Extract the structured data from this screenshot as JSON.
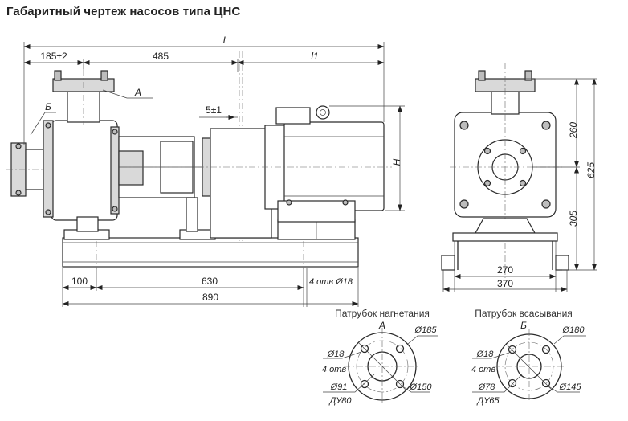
{
  "title": "Габаритный чертеж насосов типа ЦНС",
  "side_view": {
    "dim_top_1": "185±2",
    "dim_top_2": "485",
    "dim_top_3": "l1",
    "dim_overall": "L",
    "dim_gap": "5±1",
    "dim_height": "H",
    "label_discharge": "А",
    "label_suction": "Б",
    "dim_bottom_1": "100",
    "dim_bottom_2": "630",
    "dim_bottom_3": "890",
    "holes_note": "4 отв Ø18"
  },
  "end_view": {
    "dim_height_upper": "260",
    "dim_height_lower": "305",
    "dim_height_total": "625",
    "dim_width_inner": "270",
    "dim_width_outer": "370"
  },
  "flange_discharge": {
    "caption": "Патрубок нагнетания",
    "letter": "А",
    "outer_diameter": "Ø185",
    "bolt_circle": "Ø150",
    "hole_diameter": "Ø18",
    "hole_count": "4 отв",
    "bore_diameter": "Ø91",
    "nominal": "ДУ80"
  },
  "flange_suction": {
    "caption": "Патрубок всасывания",
    "letter": "Б",
    "outer_diameter": "Ø180",
    "bolt_circle": "Ø145",
    "hole_diameter": "Ø18",
    "hole_count": "4 отв",
    "bore_diameter": "Ø78",
    "nominal": "ДУ65"
  }
}
